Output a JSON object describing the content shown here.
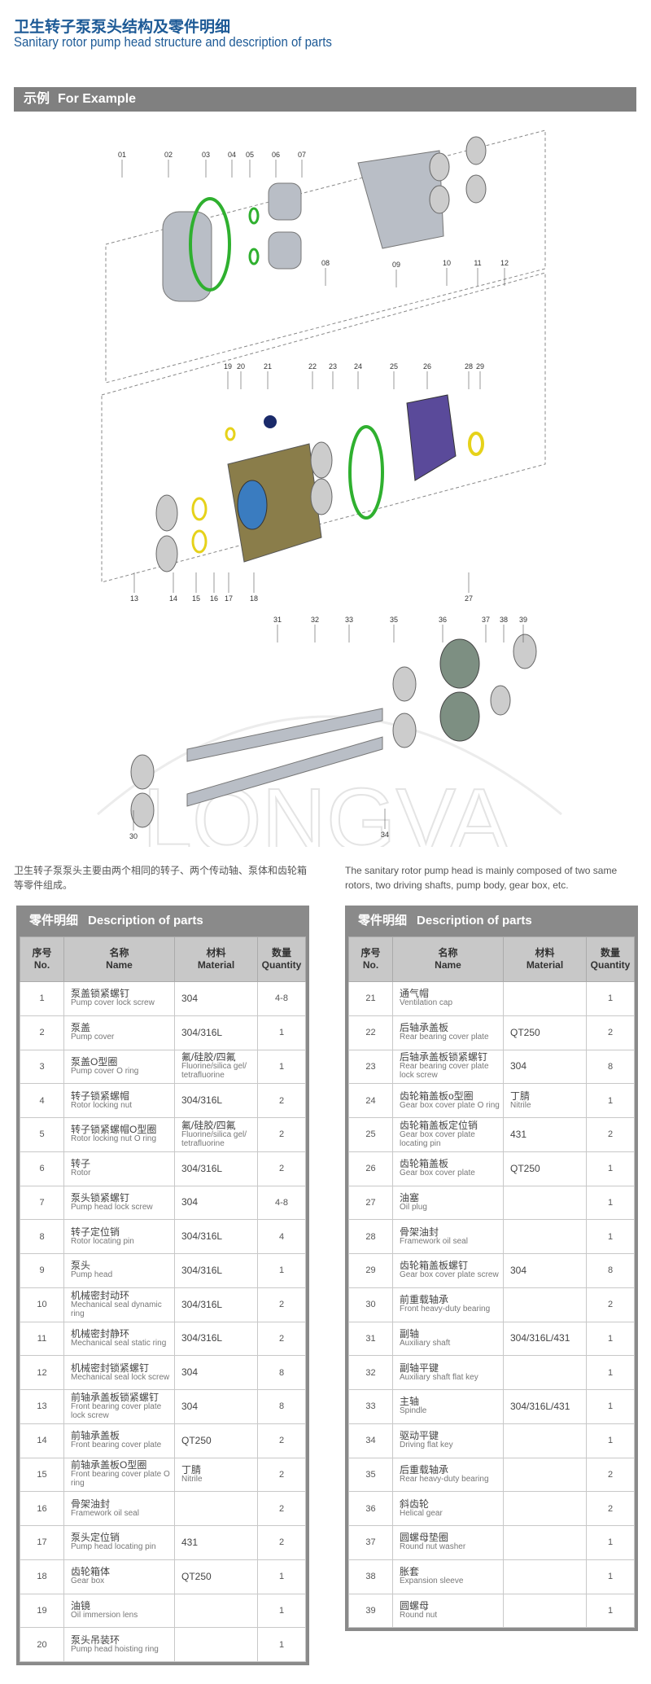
{
  "header": {
    "title_cn": "卫生转子泵泵头结构及零件明细",
    "title_en": "Sanitary rotor pump head structure and description of parts"
  },
  "section": {
    "label_cn": "示例",
    "label_en": "For Example"
  },
  "diagram": {
    "part_labels": [
      "01",
      "02",
      "03",
      "04",
      "05",
      "06",
      "07",
      "08",
      "09",
      "10",
      "11",
      "12",
      "13",
      "14",
      "15",
      "16",
      "17",
      "18",
      "19",
      "20",
      "21",
      "22",
      "23",
      "24",
      "25",
      "26",
      "27",
      "28",
      "29",
      "30",
      "31",
      "32",
      "33",
      "34",
      "35",
      "36",
      "37",
      "38",
      "39"
    ],
    "watermark": "LONGVA",
    "colors": {
      "ring_green": "#2fb02f",
      "seal_yellow": "#e6d21a",
      "gearbox_olive": "#8a7d4a",
      "cover_purple": "#5a4a9a",
      "metal": "#b9bec6"
    }
  },
  "intro": {
    "cn": "卫生转子泵泵头主要由两个相同的转子、两个传动轴、泵体和齿轮箱等零件组成。",
    "en": "The sanitary rotor pump head is mainly composed of two same rotors, two driving shafts, pump body, gear box, etc."
  },
  "tables": [
    {
      "title_cn": "零件明细",
      "title_en": "Description of parts",
      "headers": {
        "no_cn": "序号",
        "no_en": "No.",
        "name_cn": "名称",
        "name_en": "Name",
        "mat_cn": "材料",
        "mat_en": "Material",
        "qty_cn": "数量",
        "qty_en": "Quantity"
      },
      "rows": [
        {
          "no": "1",
          "cn": "泵盖锁紧螺钉",
          "en": "Pump cover lock screw",
          "mat": "304",
          "mat_en": "",
          "qty": "4-8"
        },
        {
          "no": "2",
          "cn": "泵盖",
          "en": "Pump cover",
          "mat": "304/316L",
          "mat_en": "",
          "qty": "1"
        },
        {
          "no": "3",
          "cn": "泵盖O型圈",
          "en": "Pump cover O ring",
          "mat": "氟/硅胶/四氟",
          "mat_en": "Fluorine/silica gel/ tetrafluorine",
          "qty": "1"
        },
        {
          "no": "4",
          "cn": "转子锁紧螺帽",
          "en": "Rotor locking nut",
          "mat": "304/316L",
          "mat_en": "",
          "qty": "2"
        },
        {
          "no": "5",
          "cn": "转子锁紧螺帽O型圈",
          "en": "Rotor locking nut O ring",
          "mat": "氟/硅胶/四氟",
          "mat_en": "Fluorine/silica gel/ tetrafluorine",
          "qty": "2"
        },
        {
          "no": "6",
          "cn": "转子",
          "en": "Rotor",
          "mat": "304/316L",
          "mat_en": "",
          "qty": "2"
        },
        {
          "no": "7",
          "cn": "泵头锁紧螺钉",
          "en": "Pump head lock screw",
          "mat": "304",
          "mat_en": "",
          "qty": "4-8"
        },
        {
          "no": "8",
          "cn": "转子定位销",
          "en": "Rotor locating pin",
          "mat": "304/316L",
          "mat_en": "",
          "qty": "4"
        },
        {
          "no": "9",
          "cn": "泵头",
          "en": "Pump head",
          "mat": "304/316L",
          "mat_en": "",
          "qty": "1"
        },
        {
          "no": "10",
          "cn": "机械密封动环",
          "en": "Mechanical seal dynamic ring",
          "mat": "304/316L",
          "mat_en": "",
          "qty": "2"
        },
        {
          "no": "11",
          "cn": "机械密封静环",
          "en": "Mechanical seal static ring",
          "mat": "304/316L",
          "mat_en": "",
          "qty": "2"
        },
        {
          "no": "12",
          "cn": "机械密封锁紧螺钉",
          "en": "Mechanical seal lock screw",
          "mat": "304",
          "mat_en": "",
          "qty": "8"
        },
        {
          "no": "13",
          "cn": "前轴承盖板锁紧螺钉",
          "en": "Front bearing cover plate lock screw",
          "mat": "304",
          "mat_en": "",
          "qty": "8"
        },
        {
          "no": "14",
          "cn": "前轴承盖板",
          "en": "Front bearing cover plate",
          "mat": "QT250",
          "mat_en": "",
          "qty": "2"
        },
        {
          "no": "15",
          "cn": "前轴承盖板O型圈",
          "en": "Front bearing cover plate O ring",
          "mat": "丁腈",
          "mat_en": "Nitrile",
          "qty": "2"
        },
        {
          "no": "16",
          "cn": "骨架油封",
          "en": "Framework oil seal",
          "mat": "",
          "mat_en": "",
          "qty": "2"
        },
        {
          "no": "17",
          "cn": "泵头定位销",
          "en": "Pump head locating pin",
          "mat": "431",
          "mat_en": "",
          "qty": "2"
        },
        {
          "no": "18",
          "cn": "齿轮箱体",
          "en": "Gear box",
          "mat": "QT250",
          "mat_en": "",
          "qty": "1"
        },
        {
          "no": "19",
          "cn": "油镜",
          "en": "Oil immersion lens",
          "mat": "",
          "mat_en": "",
          "qty": "1"
        },
        {
          "no": "20",
          "cn": "泵头吊装环",
          "en": "Pump head hoisting ring",
          "mat": "",
          "mat_en": "",
          "qty": "1"
        }
      ]
    },
    {
      "title_cn": "零件明细",
      "title_en": "Description of parts",
      "headers": {
        "no_cn": "序号",
        "no_en": "No.",
        "name_cn": "名称",
        "name_en": "Name",
        "mat_cn": "材料",
        "mat_en": "Material",
        "qty_cn": "数量",
        "qty_en": "Quantity"
      },
      "rows": [
        {
          "no": "21",
          "cn": "通气帽",
          "en": "Ventilation cap",
          "mat": "",
          "mat_en": "",
          "qty": "1"
        },
        {
          "no": "22",
          "cn": "后轴承盖板",
          "en": "Rear bearing cover plate",
          "mat": "QT250",
          "mat_en": "",
          "qty": "2"
        },
        {
          "no": "23",
          "cn": "后轴承盖板锁紧螺钉",
          "en": "Rear bearing cover plate lock screw",
          "mat": "304",
          "mat_en": "",
          "qty": "8"
        },
        {
          "no": "24",
          "cn": "齿轮箱盖板o型圈",
          "en": "Gear box cover plate O ring",
          "mat": "丁腈",
          "mat_en": "Nitrile",
          "qty": "1"
        },
        {
          "no": "25",
          "cn": "齿轮箱盖板定位销",
          "en": "Gear box cover plate locating pin",
          "mat": "431",
          "mat_en": "",
          "qty": "2"
        },
        {
          "no": "26",
          "cn": "齿轮箱盖板",
          "en": "Gear box cover plate",
          "mat": "QT250",
          "mat_en": "",
          "qty": "1"
        },
        {
          "no": "27",
          "cn": "油塞",
          "en": "Oil plug",
          "mat": "",
          "mat_en": "",
          "qty": "1"
        },
        {
          "no": "28",
          "cn": "骨架油封",
          "en": "Framework oil seal",
          "mat": "",
          "mat_en": "",
          "qty": "1"
        },
        {
          "no": "29",
          "cn": "齿轮箱盖板螺钉",
          "en": "Gear box cover plate screw",
          "mat": "304",
          "mat_en": "",
          "qty": "8"
        },
        {
          "no": "30",
          "cn": "前重载轴承",
          "en": "Front heavy-duty bearing",
          "mat": "",
          "mat_en": "",
          "qty": "2"
        },
        {
          "no": "31",
          "cn": "副轴",
          "en": "Auxiliary shaft",
          "mat": "304/316L/431",
          "mat_en": "",
          "qty": "1"
        },
        {
          "no": "32",
          "cn": "副轴平键",
          "en": "Auxiliary shaft flat key",
          "mat": "",
          "mat_en": "",
          "qty": "1"
        },
        {
          "no": "33",
          "cn": "主轴",
          "en": "Spindle",
          "mat": "304/316L/431",
          "mat_en": "",
          "qty": "1"
        },
        {
          "no": "34",
          "cn": "驱动平键",
          "en": "Driving flat key",
          "mat": "",
          "mat_en": "",
          "qty": "1"
        },
        {
          "no": "35",
          "cn": "后重载轴承",
          "en": "Rear heavy-duty bearing",
          "mat": "",
          "mat_en": "",
          "qty": "2"
        },
        {
          "no": "36",
          "cn": "斜齿轮",
          "en": "Helical gear",
          "mat": "",
          "mat_en": "",
          "qty": "2"
        },
        {
          "no": "37",
          "cn": "圆螺母垫圈",
          "en": "Round nut washer",
          "mat": "",
          "mat_en": "",
          "qty": "1"
        },
        {
          "no": "38",
          "cn": "胀套",
          "en": "Expansion sleeve",
          "mat": "",
          "mat_en": "",
          "qty": "1"
        },
        {
          "no": "39",
          "cn": "圆螺母",
          "en": "Round nut",
          "mat": "",
          "mat_en": "",
          "qty": "1"
        }
      ]
    }
  ]
}
